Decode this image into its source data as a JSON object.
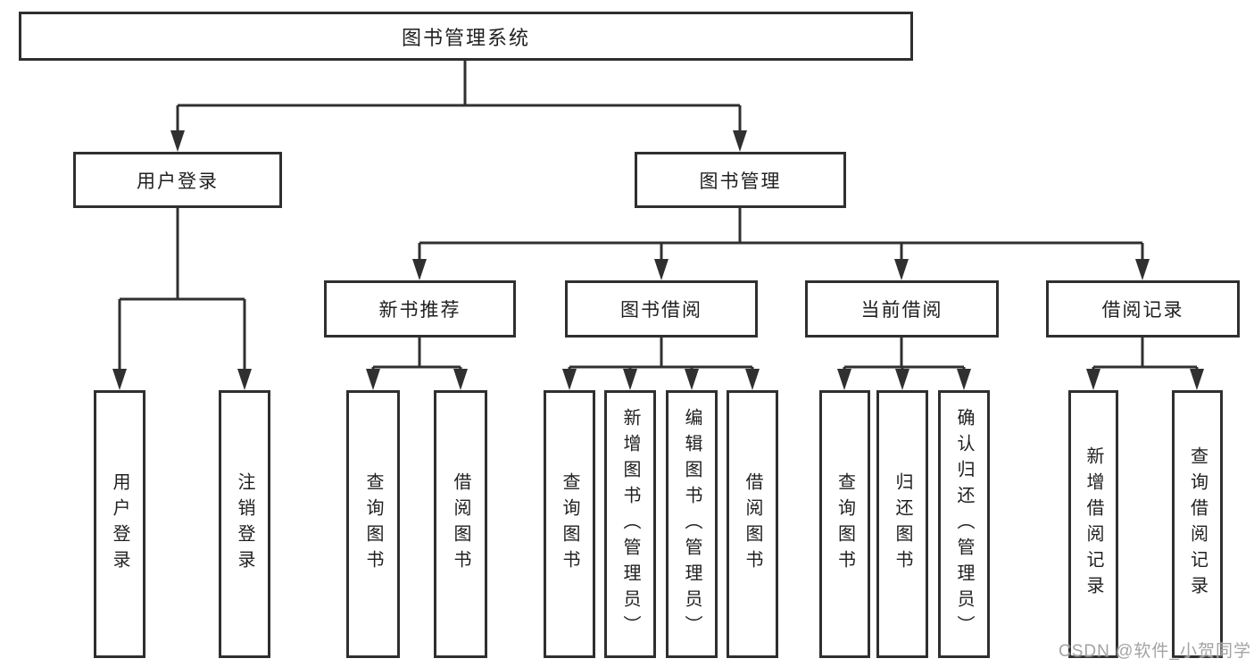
{
  "tree": {
    "label": "图书管理系统",
    "children": [
      {
        "label": "用户登录",
        "children": [
          {
            "label": "用户登录"
          },
          {
            "label": "注销登录"
          }
        ]
      },
      {
        "label": "图书管理",
        "children": [
          {
            "label": "新书推荐",
            "children": [
              {
                "label": "查询图书"
              },
              {
                "label": "借阅图书"
              }
            ]
          },
          {
            "label": "图书借阅",
            "children": [
              {
                "label": "查询图书"
              },
              {
                "label": "新增图书（管理员）"
              },
              {
                "label": "编辑图书（管理员）"
              },
              {
                "label": "借阅图书"
              }
            ]
          },
          {
            "label": "当前借阅",
            "children": [
              {
                "label": "查询图书"
              },
              {
                "label": "归还图书"
              },
              {
                "label": "确认归还（管理员）"
              }
            ]
          },
          {
            "label": "借阅记录",
            "children": [
              {
                "label": "新增借阅记录"
              },
              {
                "label": "查询借阅记录"
              }
            ]
          }
        ]
      }
    ]
  },
  "watermark": "CSDN @软件_小贺同学",
  "colors": {
    "line": "#303030",
    "box_border": "#2f2f2f",
    "text": "#1f1f1f",
    "watermark": "#9e9e9e",
    "background": "#ffffff"
  }
}
